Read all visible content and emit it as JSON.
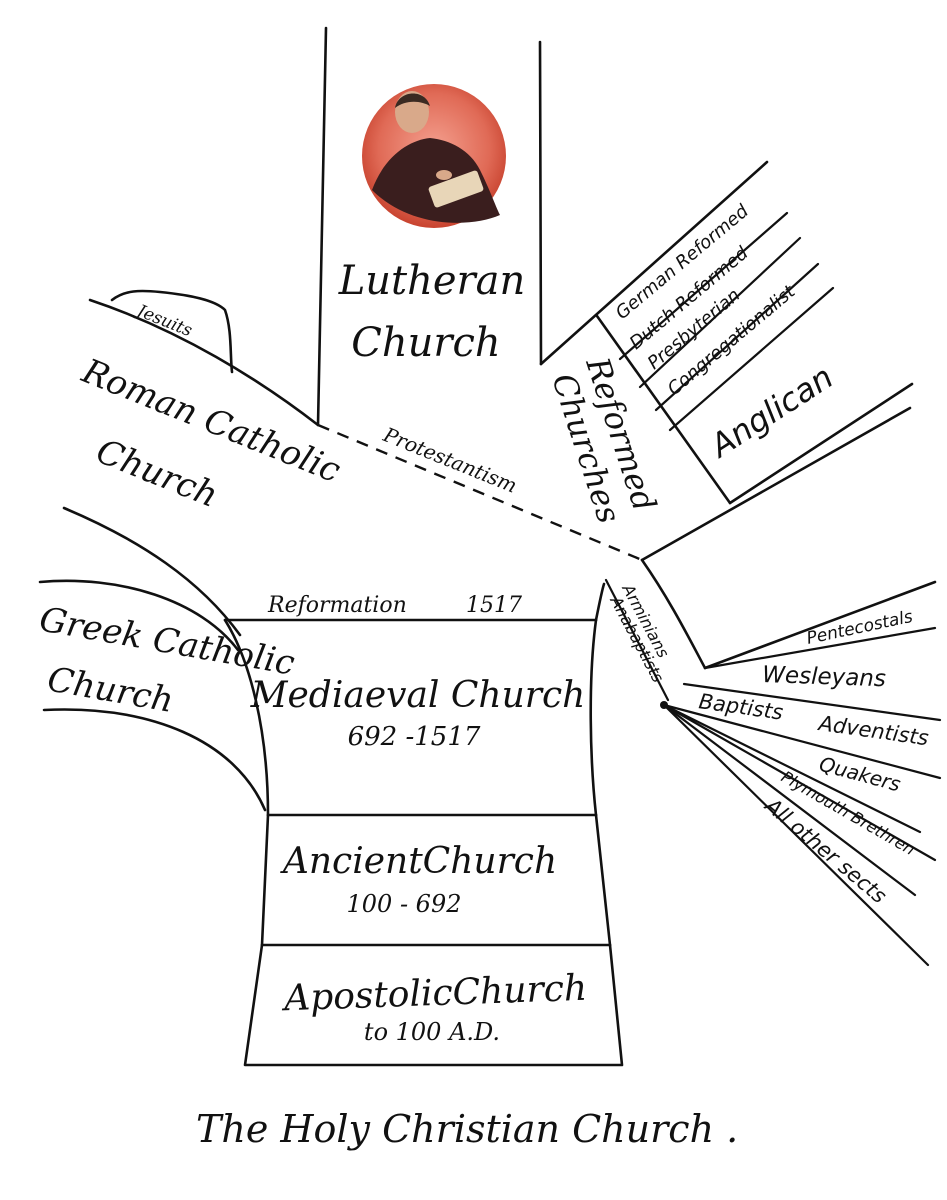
{
  "trunk": {
    "apostolic": {
      "name": "ApostolicChurch",
      "dates": "to 100 A.D."
    },
    "ancient": {
      "name": "AncientChurch",
      "dates": "100 - 692"
    },
    "mediaeval": {
      "name": "Mediaeval Church",
      "dates": "692 -1517"
    }
  },
  "reformation_label": "Reformation",
  "reformation_year": "1517",
  "branches": {
    "greek_line1": "Greek Catholic",
    "greek_line2": "Church",
    "roman_line1": "Roman Catholic",
    "roman_line2": "Church",
    "jesuits": "Jesuits",
    "protestantism": "Protestantism",
    "lutheran_line1": "Lutheran",
    "lutheran_line2": "Church",
    "reformed_line1": "Reformed",
    "reformed_line2": "Churches",
    "anglican": "Anglican"
  },
  "reformed_sub": [
    "German Reformed",
    "Dutch Reformed",
    "Presbyterian",
    "Congregationalist"
  ],
  "sects": {
    "arminians": "Arminians",
    "anabaptists": "Anabaptists",
    "pentecostals": "Pentecostals",
    "wesleyans": "Wesleyans",
    "baptists": "Baptists",
    "adventists": "Adventists",
    "quakers": "Quakers",
    "plymouth": "Plymouth Brethren",
    "others": "All other sects"
  },
  "caption": "The Holy Christian Church ."
}
